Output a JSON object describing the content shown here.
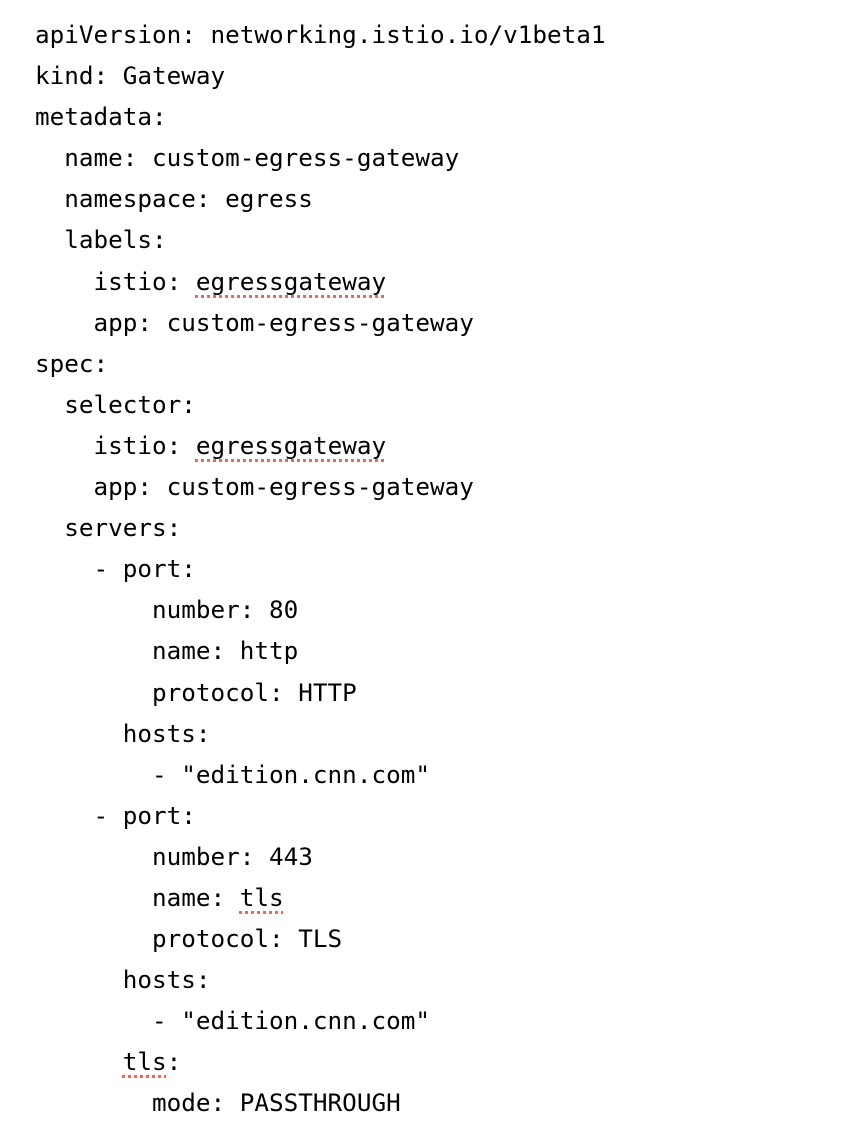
{
  "page": {
    "background_color": "#ffffff",
    "text_color": "#000000",
    "misspell_underline_color": "#e8695c"
  },
  "document": {
    "language": "yaml",
    "kind_label": "istio-gateway-manifest",
    "lines": [
      {
        "segments": [
          {
            "text": "apiVersion: networking.istio.io/v1beta1",
            "misspelled": false
          }
        ]
      },
      {
        "segments": [
          {
            "text": "kind: Gateway",
            "misspelled": false
          }
        ]
      },
      {
        "segments": [
          {
            "text": "metadata:",
            "misspelled": false
          }
        ]
      },
      {
        "segments": [
          {
            "text": "  name: custom-egress-gateway",
            "misspelled": false
          }
        ]
      },
      {
        "segments": [
          {
            "text": "  namespace: egress",
            "misspelled": false
          }
        ]
      },
      {
        "segments": [
          {
            "text": "  labels:",
            "misspelled": false
          }
        ]
      },
      {
        "segments": [
          {
            "text": "    istio: ",
            "misspelled": false
          },
          {
            "text": "egressgateway",
            "misspelled": true
          }
        ]
      },
      {
        "segments": [
          {
            "text": "    app: custom-egress-gateway",
            "misspelled": false
          }
        ]
      },
      {
        "segments": [
          {
            "text": "spec:",
            "misspelled": false
          }
        ]
      },
      {
        "segments": [
          {
            "text": "  selector:",
            "misspelled": false
          }
        ]
      },
      {
        "segments": [
          {
            "text": "    istio: ",
            "misspelled": false
          },
          {
            "text": "egressgateway",
            "misspelled": true
          }
        ]
      },
      {
        "segments": [
          {
            "text": "    app: custom-egress-gateway",
            "misspelled": false
          }
        ]
      },
      {
        "segments": [
          {
            "text": "  servers:",
            "misspelled": false
          }
        ]
      },
      {
        "segments": [
          {
            "text": "    - port:",
            "misspelled": false
          }
        ]
      },
      {
        "segments": [
          {
            "text": "        number: 80",
            "misspelled": false
          }
        ]
      },
      {
        "segments": [
          {
            "text": "        name: http",
            "misspelled": false
          }
        ]
      },
      {
        "segments": [
          {
            "text": "        protocol: HTTP",
            "misspelled": false
          }
        ]
      },
      {
        "segments": [
          {
            "text": "      hosts:",
            "misspelled": false
          }
        ]
      },
      {
        "segments": [
          {
            "text": "        - \"edition.cnn.com\"",
            "misspelled": false
          }
        ]
      },
      {
        "segments": [
          {
            "text": "    - port:",
            "misspelled": false
          }
        ]
      },
      {
        "segments": [
          {
            "text": "        number: 443",
            "misspelled": false
          }
        ]
      },
      {
        "segments": [
          {
            "text": "        name: ",
            "misspelled": false
          },
          {
            "text": "tls",
            "misspelled": true
          }
        ]
      },
      {
        "segments": [
          {
            "text": "        protocol: TLS",
            "misspelled": false
          }
        ]
      },
      {
        "segments": [
          {
            "text": "      hosts:",
            "misspelled": false
          }
        ]
      },
      {
        "segments": [
          {
            "text": "        - \"edition.cnn.com\"",
            "misspelled": false
          }
        ]
      },
      {
        "segments": [
          {
            "text": "      ",
            "misspelled": false
          },
          {
            "text": "tls",
            "misspelled": true
          },
          {
            "text": ":",
            "misspelled": false
          }
        ]
      },
      {
        "segments": [
          {
            "text": "        mode: PASSTHROUGH",
            "misspelled": false
          }
        ]
      }
    ]
  }
}
